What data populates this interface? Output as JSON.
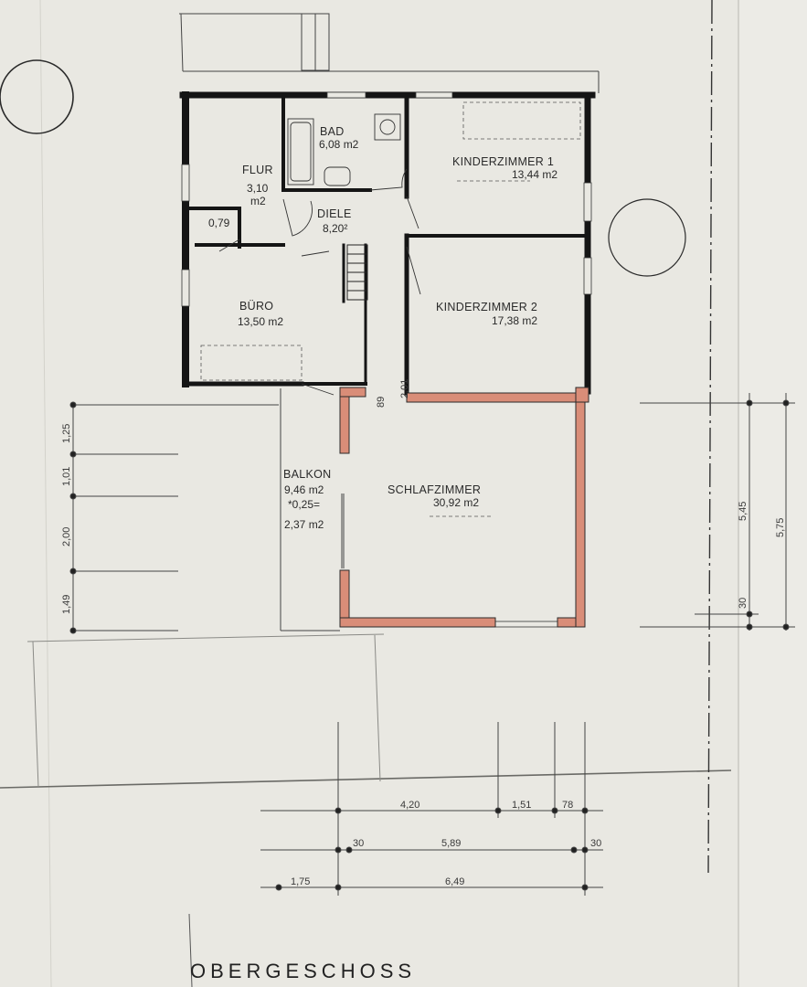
{
  "floor_title": "OBERGESCHOSS",
  "rooms": {
    "bad": {
      "name": "BAD",
      "area": "6,08 m2"
    },
    "flur": {
      "name": "FLUR",
      "area_line1": "3,10",
      "area_line2": "m2"
    },
    "diele": {
      "name": "DIELE",
      "area": "8,20²"
    },
    "kinderzimmer1": {
      "name": "KINDERZIMMER 1",
      "area": "13,44 m2"
    },
    "kinderzimmer2": {
      "name": "KINDERZIMMER 2",
      "area": "17,38 m2"
    },
    "buero": {
      "name": "BÜRO",
      "area": "13,50 m2"
    },
    "small_room": {
      "area": "0,79"
    },
    "wc": {
      "area_a": "89",
      "area_b": "2,01"
    },
    "balkon": {
      "name": "BALKON",
      "area": "9,46 m2",
      "factor": "*0,25=",
      "result": "2,37 m2"
    },
    "schlafzimmer": {
      "name": "SCHLAFZIMMER",
      "area": "30,92 m2"
    }
  },
  "dimensions": {
    "left": [
      "1,25",
      "1,01",
      "2,00",
      "1,49"
    ],
    "right_inner": "5,45",
    "right_outer": "5,75",
    "right_small": "30",
    "bottom_row1": [
      "4,20",
      "1,51",
      "78"
    ],
    "bottom_row2": [
      "30",
      "5,89",
      "30"
    ],
    "bottom_row3": [
      "1,75",
      "6,49"
    ]
  },
  "colors": {
    "paper": "#e9e8e2",
    "wall": "#151515",
    "new_wall": "#c8664f",
    "pencil": "#555555"
  }
}
